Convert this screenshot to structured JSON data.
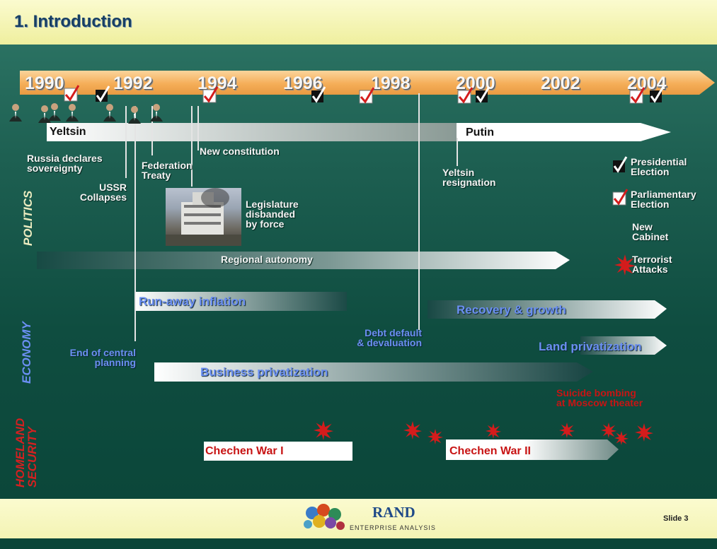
{
  "header": {
    "title": "1. Introduction"
  },
  "timeline": {
    "years": [
      "1990",
      "1992",
      "1994",
      "1996",
      "1998",
      "2000",
      "2002",
      "2004"
    ],
    "leaders": [
      "Yeltsin",
      "Putin"
    ]
  },
  "sections": {
    "politics": "POLITICS",
    "economy": "ECONOMY",
    "homeland": "HOMELAND\nSECURITY"
  },
  "politics": {
    "sovereignty": "Russia declares\nsovereignty",
    "ussr": "USSR\nCollapses",
    "federation": "Federation\nTreaty",
    "constitution": "New constitution",
    "legislature": "Legislature\ndisbanded\nby force",
    "resignation": "Yeltsin\nresignation",
    "regional": "Regional autonomy"
  },
  "legend": {
    "presidential": "Presidential\nElection",
    "parliamentary": "Parliamentary\nElection",
    "cabinet": "New\nCabinet",
    "terrorist": "Terrorist\nAttacks"
  },
  "economy": {
    "inflation": "Run-away inflation",
    "recovery": "Recovery & growth",
    "debt": "Debt default\n& devaluation",
    "central": "End of central\nplanning",
    "land": "Land privatization",
    "business": "Business privatization"
  },
  "security": {
    "war1": "Chechen War I",
    "war2": "Chechen War II",
    "theater": "Suicide bombing\nat Moscow theater"
  },
  "footer": {
    "brand": "RAND",
    "subtitle": "ENTERPRISE ANALYSIS",
    "slide": "Slide 3"
  },
  "colors": {
    "timeline": "#f5b05a",
    "header": "#f3f3aa",
    "background": "#1c5d50",
    "accent_red": "#d41c1c",
    "economy_blue": "#6b8ff2"
  }
}
